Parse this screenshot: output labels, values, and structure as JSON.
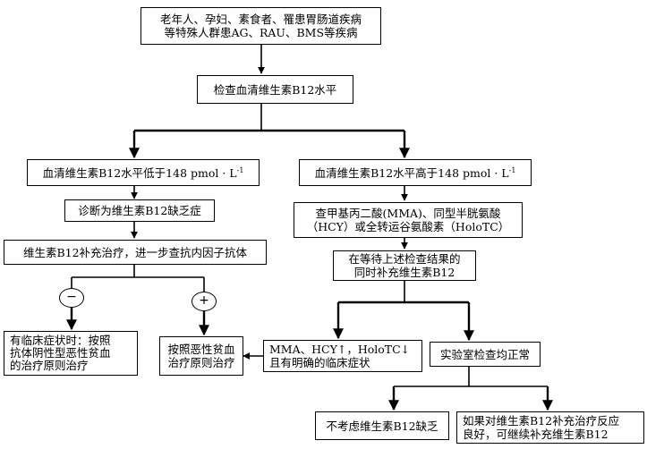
{
  "nodes": {
    "population": {
      "lines": [
        "老年人、孕妇、素食者、罹患胃肠道疾病",
        "等特殊人群患AG、RAU、BMS等疾病"
      ]
    },
    "check_b12": {
      "text": "检查血清维生素B12水平"
    },
    "low_b12": {
      "text": "血清维生素B12水平低于148 pmol · L",
      "sup": "-1"
    },
    "high_b12": {
      "text": "血清维生素B12水平高于148 pmol · L",
      "sup": "-1"
    },
    "diagnose_deficiency": {
      "text": "诊断为维生素B12缺乏症"
    },
    "check_mma": {
      "lines": [
        "查甲基丙二酸(MMA)、同型半胱氨酸",
        "（HCY）或全转运谷氨酸素（HoloTC）"
      ]
    },
    "supplement_check_antibody": {
      "text": "维生素B12补充治疗，进一步查抗内因子抗体"
    },
    "wait_supplement": {
      "lines": [
        "在等待上述检查结果的",
        "同时补充维生素B12"
      ]
    },
    "negative_sign": {
      "text": "−"
    },
    "positive_sign": {
      "text": "+"
    },
    "symptomatic_treatment": {
      "lines": [
        "有临床症状时：按照",
        "抗体阴性型恶性贫血",
        "的治疗原则治疗"
      ]
    },
    "pernicious_treatment": {
      "lines": [
        "按照恶性贫血",
        "治疗原则治疗"
      ]
    },
    "abnormal_results": {
      "lines": [
        "MMA、HCY↑，HoloTC↓",
        "且有明确的临床症状"
      ]
    },
    "normal_results": {
      "text": "实验室检查均正常"
    },
    "exclude_deficiency": {
      "text": "不考虑维生素B12缺乏"
    },
    "continue_supplement": {
      "lines": [
        "如果对维生素B12补充治疗反应",
        "良好，可继续补充维生素B12"
      ]
    }
  },
  "colors": {
    "line": "#000000",
    "box_border": "#000000",
    "background": "#ffffff"
  }
}
